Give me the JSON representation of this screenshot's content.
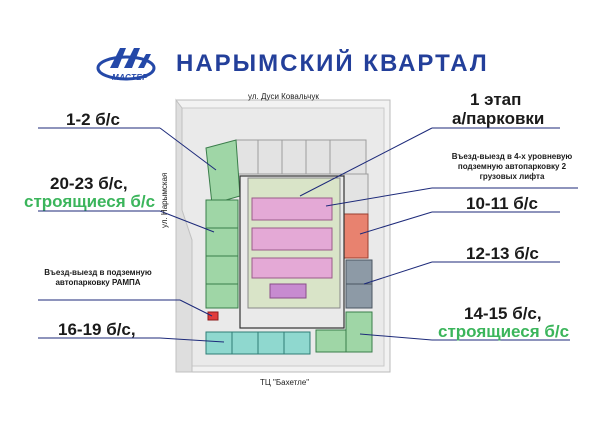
{
  "header": {
    "logo_text": "МАСТЕР",
    "title": "НАРЫМСКИЙ  КВАРТАЛ"
  },
  "streets": {
    "top": "ул. Дуси Ковальчук",
    "left": "ул. Нарымская",
    "bottom": "ТЦ \"Бахетле\""
  },
  "labels": {
    "b1_2": "1-2 б/с",
    "b20_23": "20-23 б/с,",
    "b20_23_status": "строящиеся б/с",
    "stage1_line1": "1 этап",
    "stage1_line2": "а/парковки",
    "entry_right": "Въезд-выезд в 4-х уровневую подземную автопарковку 2 грузовых лифта",
    "b10_11": "10-11 б/с",
    "b12_13": "12-13 б/с",
    "entry_left": "Въезд-выезд в подземную автопарковку РАМПА",
    "b14_15": "14-15 б/с,",
    "b14_15_status": "строящиеся б/с",
    "b16_19": "16-19 б/с,"
  },
  "colors": {
    "title": "#233f9a",
    "green_status": "#3bb55b",
    "building_green": "#9fd6a6",
    "building_cyan": "#8fd8cf",
    "building_red": "#e8826f",
    "building_gray": "#8d9aa6",
    "courtyard_pink": "#e4a9d6",
    "leader_line": "#1d2a7a"
  }
}
